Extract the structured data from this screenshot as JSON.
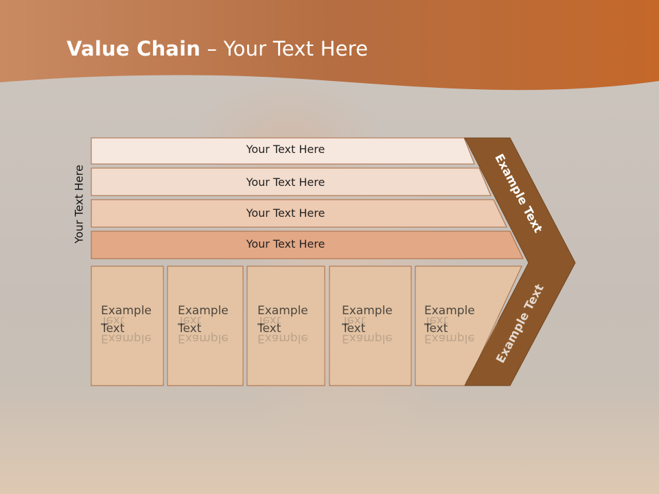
{
  "slide": {
    "title_bold": "Value Chain",
    "title_rest": " – Your Text Here",
    "side_label": "Your Text Here"
  },
  "bars": [
    "Your Text Here",
    "Your Text Here",
    "Your Text Here",
    "Your Text Here"
  ],
  "cells": [
    "Example\nText",
    "Example\nText",
    "Example\nText",
    "Example\nText",
    "Example\nText"
  ],
  "arrow": {
    "upper_label": "Example Text",
    "lower_label": "Example Text"
  },
  "colors": {
    "header": "#c8703a",
    "arrow": "#8b572a",
    "bar1": "#f7e8df",
    "bar2": "#f2dccd",
    "bar3": "#edcab2",
    "bar4": "#e3a886",
    "cell": "#e3c3a3"
  }
}
